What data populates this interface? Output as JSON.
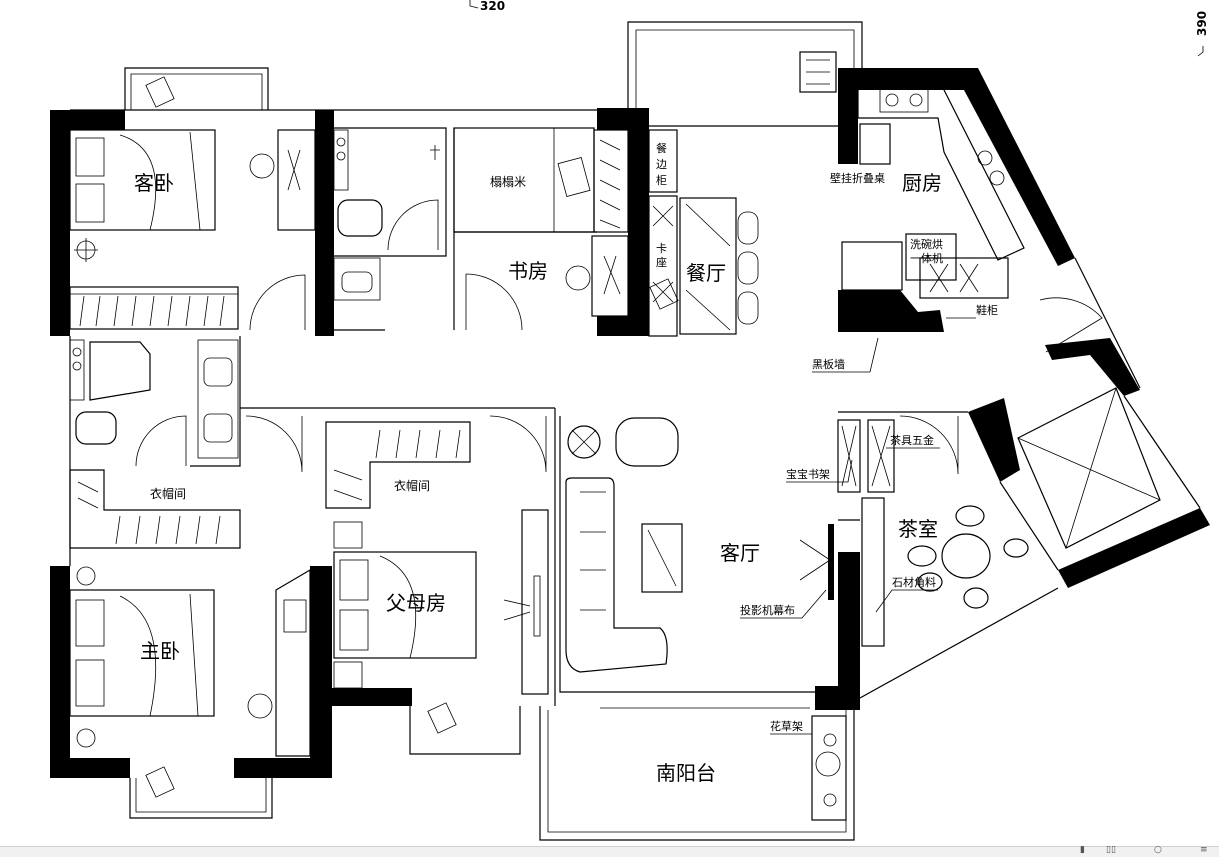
{
  "dimensions": {
    "top": "320",
    "right": "390"
  },
  "rooms": {
    "guest_bedroom": "客卧",
    "study": "书房",
    "dining": "餐厅",
    "kitchen": "厨房",
    "living": "客厅",
    "tea_room": "茶室",
    "parents_room": "父母房",
    "master_bedroom": "主卧",
    "south_balcony": "南阳台"
  },
  "labels": {
    "tatami": "榻榻米",
    "card_seat_1": "卡",
    "card_seat_2": "座",
    "sideboard_1": "餐",
    "sideboard_2": "边",
    "sideboard_3": "柜",
    "folding_table": "壁挂折叠桌",
    "dishwasher_1": "洗碗烘",
    "dishwasher_2": "一体机",
    "shoe_cabinet": "鞋柜",
    "blackboard_wall": "黑板墙",
    "cloakroom_1": "衣帽间",
    "cloakroom_2": "衣帽间",
    "kids_bookshelf": "宝宝书架",
    "tea_hardware": "茶具五金",
    "stone_material": "石材角料",
    "projector_screen": "投影机幕布",
    "plant_rack": "花草架"
  }
}
